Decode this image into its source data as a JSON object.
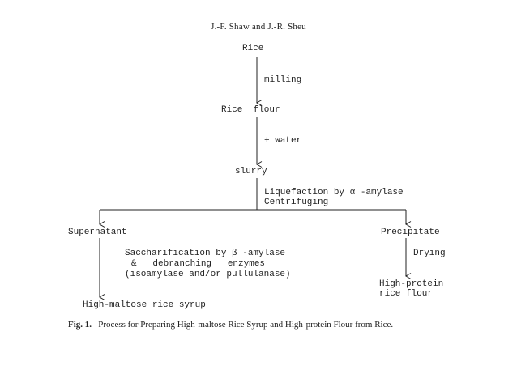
{
  "header": {
    "running_head": "J.-F. Shaw and J.-R. Sheu"
  },
  "flow": {
    "rice": "Rice",
    "milling": "milling",
    "rice_flour": "Rice  flour",
    "water": "+ water",
    "slurry": "slurry",
    "liquefaction": "Liquefaction by α -amylase",
    "centrifuging": "Centrifuging",
    "supernatant": "Supernatant",
    "precipitate": "Precipitate",
    "saccharification_1": "Saccharification by β -amylase",
    "saccharification_2": "&   debranching   enzymes",
    "saccharification_3": "(isoamylase and/or pullulanase)",
    "drying": "Drying",
    "high_protein_1": "High-protein",
    "high_protein_2": "rice flour",
    "syrup": "High-maltose rice syrup"
  },
  "caption": {
    "label": "Fig. 1.",
    "text": "Process for Preparing High-maltose Rice Syrup and High-protein Flour from Rice."
  }
}
